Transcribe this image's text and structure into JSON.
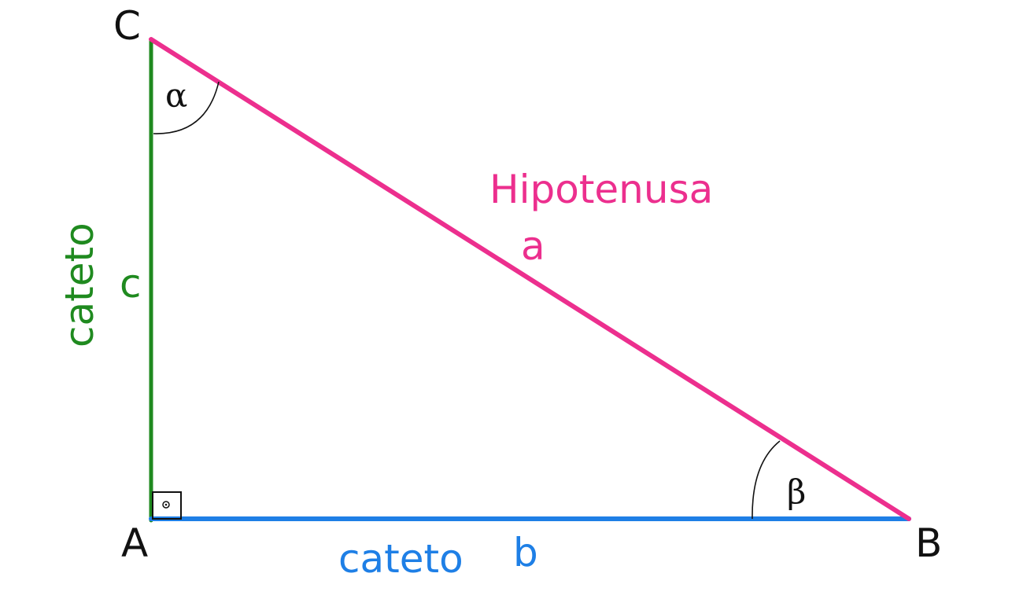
{
  "vertices": {
    "A": "A",
    "B": "B",
    "C": "C"
  },
  "angles": {
    "alpha": "α",
    "beta": "β"
  },
  "sides": {
    "hypotenuse_label": "Hipotenusa",
    "hypotenuse_letter": "a",
    "leg_vertical_label": "cateto",
    "leg_vertical_letter": "c",
    "leg_horizontal_label": "cateto",
    "leg_horizontal_letter": "b"
  },
  "colors": {
    "hypotenuse": "#ec2f8e",
    "leg_vertical": "#1f8a1f",
    "leg_horizontal": "#1e7fe6",
    "ink": "#111111"
  }
}
